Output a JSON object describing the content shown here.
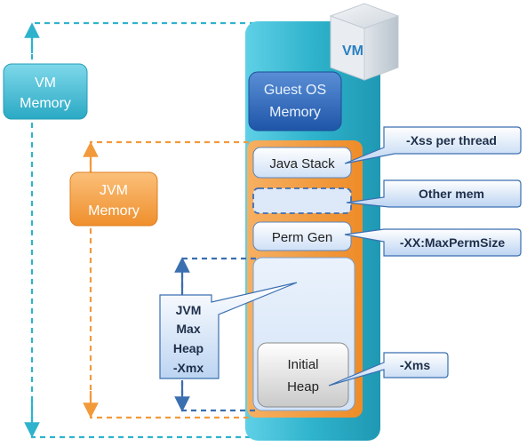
{
  "vm_badge": "VM",
  "labels": {
    "vm_memory_line1": "VM",
    "vm_memory_line2": "Memory",
    "jvm_memory_line1": "JVM",
    "jvm_memory_line2": "Memory",
    "guest_os_line1": "Guest OS",
    "guest_os_line2": "Memory",
    "java_stack": "Java Stack",
    "perm_gen": "Perm Gen",
    "initial_heap_line1": "Initial",
    "initial_heap_line2": "Heap",
    "jvm_max_heap_line1": "JVM",
    "jvm_max_heap_line2": "Max",
    "jvm_max_heap_line3": "Heap",
    "jvm_max_heap_line4": "-Xmx"
  },
  "callouts": {
    "xss": "-Xss per thread",
    "other_mem": "Other mem",
    "max_perm_size": "-XX:MaxPermSize",
    "xms": "-Xms"
  },
  "colors": {
    "vm_teal": "#2fb3cc",
    "jvm_orange": "#f29a3a",
    "heap_blue": "#3a6fb0",
    "guest_os_blue": "#2a63b3"
  }
}
